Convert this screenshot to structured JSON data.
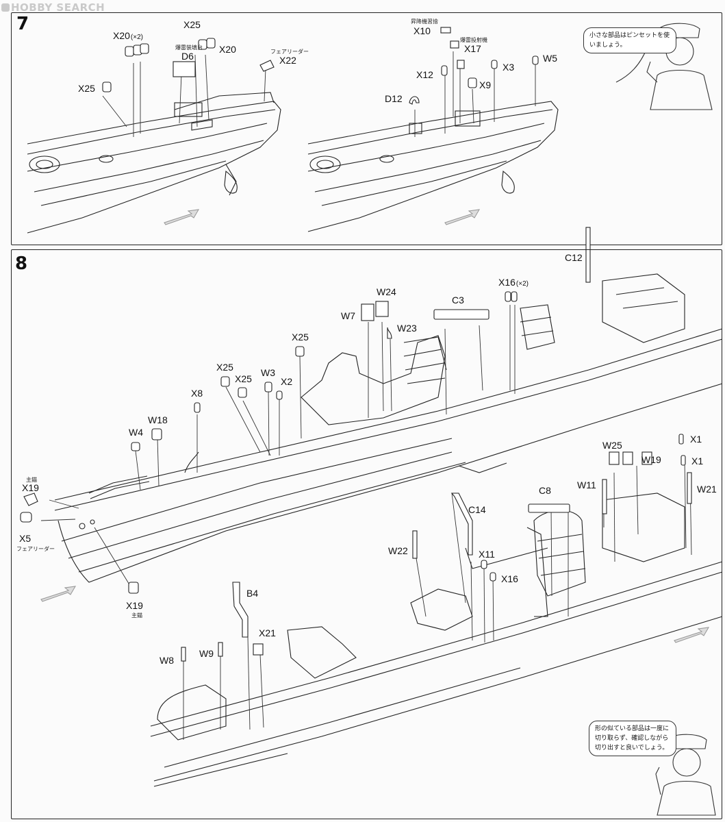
{
  "watermark": "HOBBY SEARCH",
  "steps": [
    "7",
    "8"
  ],
  "step7": {
    "labels": {
      "x20a": "X20",
      "x20a_mult": "(×2)",
      "x25a": "X25",
      "x20b": "X20",
      "d6": "D6",
      "x22": "X22",
      "x25b": "X25",
      "x10": "X10",
      "x17": "X17",
      "x12": "X12",
      "x3": "X3",
      "w5": "W5",
      "x9": "X9",
      "d12": "D12"
    },
    "jp": {
      "d6": "爆雷装填台",
      "x22": "フェアリーダー",
      "x10": "昇降機習捨",
      "x17": "爆雷投射機"
    },
    "tip": "小さな部品はピンセットを使いましょう。"
  },
  "step8": {
    "labels": {
      "c12": "C12",
      "x16a": "X16",
      "x16a_mult": "(×2)",
      "w24": "W24",
      "c3": "C3",
      "w7": "W7",
      "w23": "W23",
      "x25a": "X25",
      "x25b": "X25",
      "x25c": "X25",
      "w3": "W3",
      "x2": "X2",
      "x8": "X8",
      "w18": "W18",
      "w4": "W4",
      "x19a": "X19",
      "x5": "X5",
      "x19b": "X19",
      "x1a": "X1",
      "x1b": "X1",
      "w25": "W25",
      "w19": "W19",
      "w11": "W11",
      "w21": "W21",
      "c8": "C8",
      "c14": "C14",
      "w22": "W22",
      "x11": "X11",
      "x16b": "X16",
      "b4": "B4",
      "x21": "X21",
      "w8": "W8",
      "w9": "W9"
    },
    "jp": {
      "x19a": "主錨",
      "x5": "フェアリーダー",
      "x19b": "主錨"
    },
    "tip": "形の似ている部品は一度に切り取らず、確認しながら切り出すと良いでしょう。"
  }
}
